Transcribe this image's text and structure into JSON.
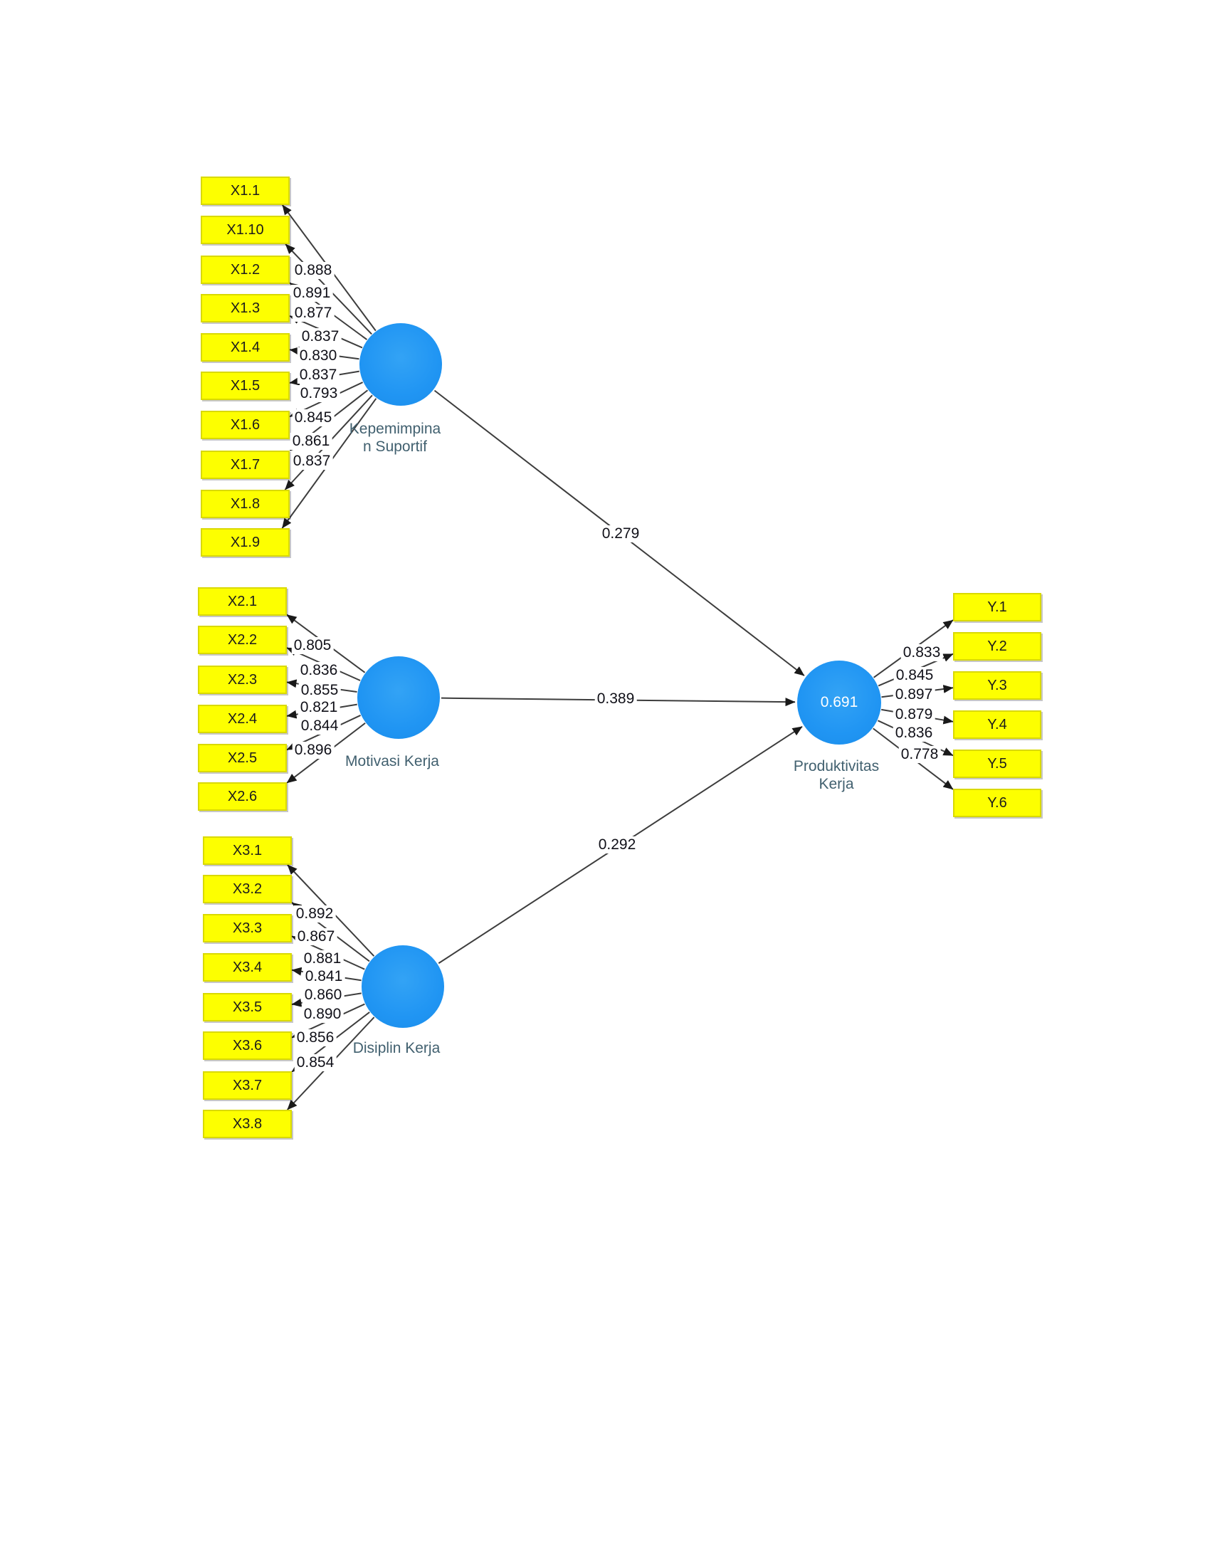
{
  "colors": {
    "indicator_fill": "#fdff00",
    "indicator_border": "#d9d900",
    "latent_fill": "#2095f3",
    "connector": "#3d3d3d",
    "latent_label_text": "#41606f",
    "value_text": "#101018",
    "r_squared_text": "#ffffff"
  },
  "constructs": [
    {
      "name": "Kepemimpinan Suportif",
      "label_lines": [
        "Kepemimpina",
        "n Suportif"
      ],
      "r_squared": null,
      "indicators": [
        {
          "name": "X1.1",
          "loading": "0.888"
        },
        {
          "name": "X1.10",
          "loading": "0.891"
        },
        {
          "name": "X1.2",
          "loading": "0.877"
        },
        {
          "name": "X1.3",
          "loading": "0.837"
        },
        {
          "name": "X1.4",
          "loading": "0.830"
        },
        {
          "name": "X1.5",
          "loading": "0.837"
        },
        {
          "name": "X1.6",
          "loading": "0.793"
        },
        {
          "name": "X1.7",
          "loading": "0.845"
        },
        {
          "name": "X1.8",
          "loading": "0.861"
        },
        {
          "name": "X1.9",
          "loading": "0.837"
        }
      ]
    },
    {
      "name": "Motivasi Kerja",
      "label_lines": [
        "Motivasi Kerja"
      ],
      "r_squared": null,
      "indicators": [
        {
          "name": "X2.1",
          "loading": "0.805"
        },
        {
          "name": "X2.2",
          "loading": "0.836"
        },
        {
          "name": "X2.3",
          "loading": "0.855"
        },
        {
          "name": "X2.4",
          "loading": "0.821"
        },
        {
          "name": "X2.5",
          "loading": "0.844"
        },
        {
          "name": "X2.6",
          "loading": "0.896"
        }
      ]
    },
    {
      "name": "Disiplin Kerja",
      "label_lines": [
        "Disiplin Kerja"
      ],
      "r_squared": null,
      "indicators": [
        {
          "name": "X3.1",
          "loading": "0.892"
        },
        {
          "name": "X3.2",
          "loading": "0.867"
        },
        {
          "name": "X3.3",
          "loading": "0.881"
        },
        {
          "name": "X3.4",
          "loading": "0.841"
        },
        {
          "name": "X3.5",
          "loading": "0.860"
        },
        {
          "name": "X3.6",
          "loading": "0.890"
        },
        {
          "name": "X3.7",
          "loading": "0.856"
        },
        {
          "name": "X3.8",
          "loading": "0.854"
        }
      ]
    },
    {
      "name": "Produktivitas Kerja",
      "label_lines": [
        "Produktivitas",
        "Kerja"
      ],
      "r_squared": "0.691",
      "indicators": [
        {
          "name": "Y.1",
          "loading": "0.833"
        },
        {
          "name": "Y.2",
          "loading": "0.845"
        },
        {
          "name": "Y.3",
          "loading": "0.897"
        },
        {
          "name": "Y.4",
          "loading": "0.879"
        },
        {
          "name": "Y.5",
          "loading": "0.836"
        },
        {
          "name": "Y.6",
          "loading": "0.778"
        }
      ]
    }
  ],
  "paths": [
    {
      "from": "Kepemimpinan Suportif",
      "to": "Produktivitas Kerja",
      "coefficient": "0.279"
    },
    {
      "from": "Motivasi Kerja",
      "to": "Produktivitas Kerja",
      "coefficient": "0.389"
    },
    {
      "from": "Disiplin Kerja",
      "to": "Produktivitas Kerja",
      "coefficient": "0.292"
    }
  ]
}
